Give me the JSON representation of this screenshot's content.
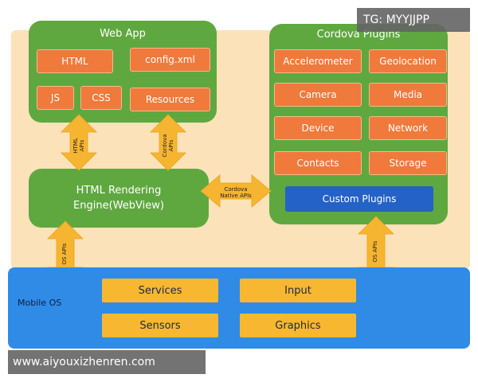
{
  "watermark_top": "TG: MYYJJPP",
  "watermark_bottom": "www.aiyouxizhenren.com",
  "web_app": {
    "title": "Web App",
    "items": [
      "HTML",
      "config.xml",
      "JS",
      "CSS",
      "Resources"
    ]
  },
  "cordova_plugins": {
    "title": "Cordova Plugins",
    "items": [
      "Accelerometer",
      "Geolocation",
      "Camera",
      "Media",
      "Device",
      "Network",
      "Contacts",
      "Storage"
    ],
    "custom": "Custom Plugins"
  },
  "engine": {
    "line1": "HTML Rendering",
    "line2": "Engine(WebView)"
  },
  "arrows": {
    "html_apis": [
      "HTML",
      "APIs"
    ],
    "cordova_apis": [
      "Cordova",
      "APIs"
    ],
    "native_apis": [
      "Cordova",
      "Native APIs"
    ],
    "os_apis": "OS  APIs"
  },
  "mobile_os": {
    "label": "Mobile OS",
    "items": [
      "Services",
      "Input",
      "Sensors",
      "Graphics"
    ]
  },
  "colors": {
    "outer_bg": "#fbe2b8",
    "green": "#5fa840",
    "orange": "#ef7a3c",
    "blue": "#2f8be6",
    "yellow": "#f7b730",
    "custom_blue": "#2462c7"
  }
}
